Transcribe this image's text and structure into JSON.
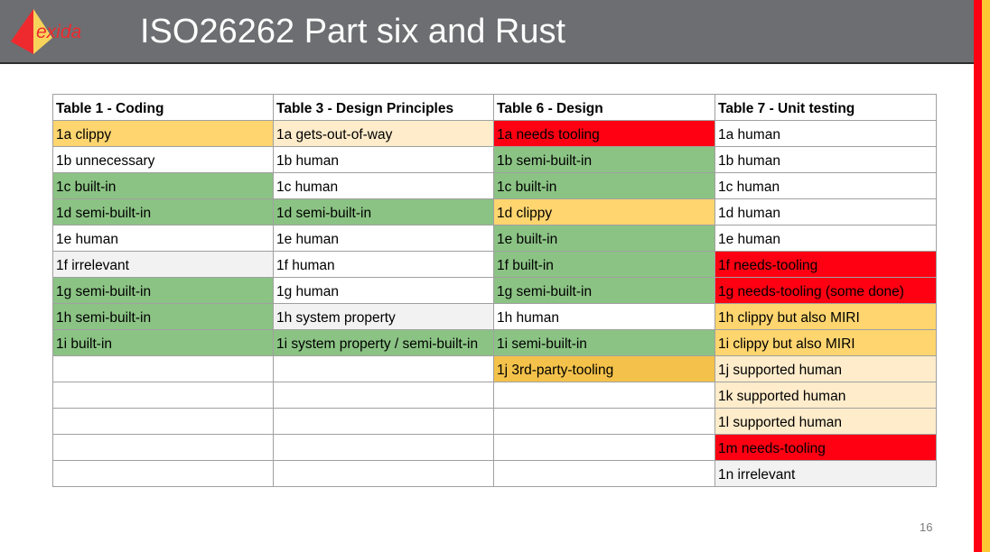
{
  "slide": {
    "title": "ISO26262 Part six and Rust",
    "logo_text": "exida",
    "page_number": "16"
  },
  "colors": {
    "header_bg": "#6d6e71",
    "accent_red": "#ff0012",
    "accent_yellow": "#ffc732",
    "green": "#8bc384",
    "yellow": "#fed56f",
    "light_yellow": "#feeccb",
    "red": "#fe0012",
    "gray": "#f2f2f2",
    "orange": "#f4c24a"
  },
  "table": {
    "headers": [
      "Table 1 - Coding",
      "Table 3 - Design Principles",
      "Table 6 - Design",
      "Table 7 - Unit testing"
    ],
    "rows": [
      [
        {
          "text": "1a clippy",
          "color": "yellow"
        },
        {
          "text": "1a gets-out-of-way",
          "color": "lightyellow"
        },
        {
          "text": "1a needs tooling",
          "color": "red"
        },
        {
          "text": "1a human",
          "color": "white"
        }
      ],
      [
        {
          "text": "1b unnecessary",
          "color": "white"
        },
        {
          "text": "1b human",
          "color": "white"
        },
        {
          "text": "1b semi-built-in",
          "color": "green"
        },
        {
          "text": "1b human",
          "color": "white"
        }
      ],
      [
        {
          "text": "1c built-in",
          "color": "green"
        },
        {
          "text": "1c human",
          "color": "white"
        },
        {
          "text": "1c built-in",
          "color": "green"
        },
        {
          "text": "1c human",
          "color": "white"
        }
      ],
      [
        {
          "text": "1d semi-built-in",
          "color": "green"
        },
        {
          "text": "1d semi-built-in",
          "color": "green"
        },
        {
          "text": "1d clippy",
          "color": "yellow"
        },
        {
          "text": "1d human",
          "color": "white"
        }
      ],
      [
        {
          "text": "1e human",
          "color": "white"
        },
        {
          "text": "1e human",
          "color": "white"
        },
        {
          "text": "1e built-in",
          "color": "green"
        },
        {
          "text": "1e human",
          "color": "white"
        }
      ],
      [
        {
          "text": "1f irrelevant",
          "color": "gray"
        },
        {
          "text": "1f human",
          "color": "white"
        },
        {
          "text": "1f built-in",
          "color": "green"
        },
        {
          "text": "1f needs-tooling",
          "color": "red"
        }
      ],
      [
        {
          "text": "1g semi-built-in",
          "color": "green"
        },
        {
          "text": "1g human",
          "color": "white"
        },
        {
          "text": "1g semi-built-in",
          "color": "green"
        },
        {
          "text": "1g needs-tooling (some done)",
          "color": "red"
        }
      ],
      [
        {
          "text": "1h semi-built-in",
          "color": "green"
        },
        {
          "text": "1h system property",
          "color": "gray"
        },
        {
          "text": "1h human",
          "color": "white"
        },
        {
          "text": "1h clippy but also MIRI",
          "color": "yellow"
        }
      ],
      [
        {
          "text": "1i built-in",
          "color": "green"
        },
        {
          "text": "1i system property / semi-built-in",
          "color": "green"
        },
        {
          "text": "1i semi-built-in",
          "color": "green"
        },
        {
          "text": "1i clippy but also MIRI",
          "color": "yellow"
        }
      ],
      [
        {
          "text": "",
          "color": "white"
        },
        {
          "text": "",
          "color": "white"
        },
        {
          "text": "1j 3rd-party-tooling",
          "color": "orange"
        },
        {
          "text": "1j supported human",
          "color": "lightyellow"
        }
      ],
      [
        {
          "text": "",
          "color": "white"
        },
        {
          "text": "",
          "color": "white"
        },
        {
          "text": "",
          "color": "white"
        },
        {
          "text": "1k supported human",
          "color": "lightyellow"
        }
      ],
      [
        {
          "text": "",
          "color": "white"
        },
        {
          "text": "",
          "color": "white"
        },
        {
          "text": "",
          "color": "white"
        },
        {
          "text": "1l supported human",
          "color": "lightyellow"
        }
      ],
      [
        {
          "text": "",
          "color": "white"
        },
        {
          "text": "",
          "color": "white"
        },
        {
          "text": "",
          "color": "white"
        },
        {
          "text": "1m needs-tooling",
          "color": "red"
        }
      ],
      [
        {
          "text": "",
          "color": "white"
        },
        {
          "text": "",
          "color": "white"
        },
        {
          "text": "",
          "color": "white"
        },
        {
          "text": "1n irrelevant",
          "color": "gray"
        }
      ]
    ]
  }
}
